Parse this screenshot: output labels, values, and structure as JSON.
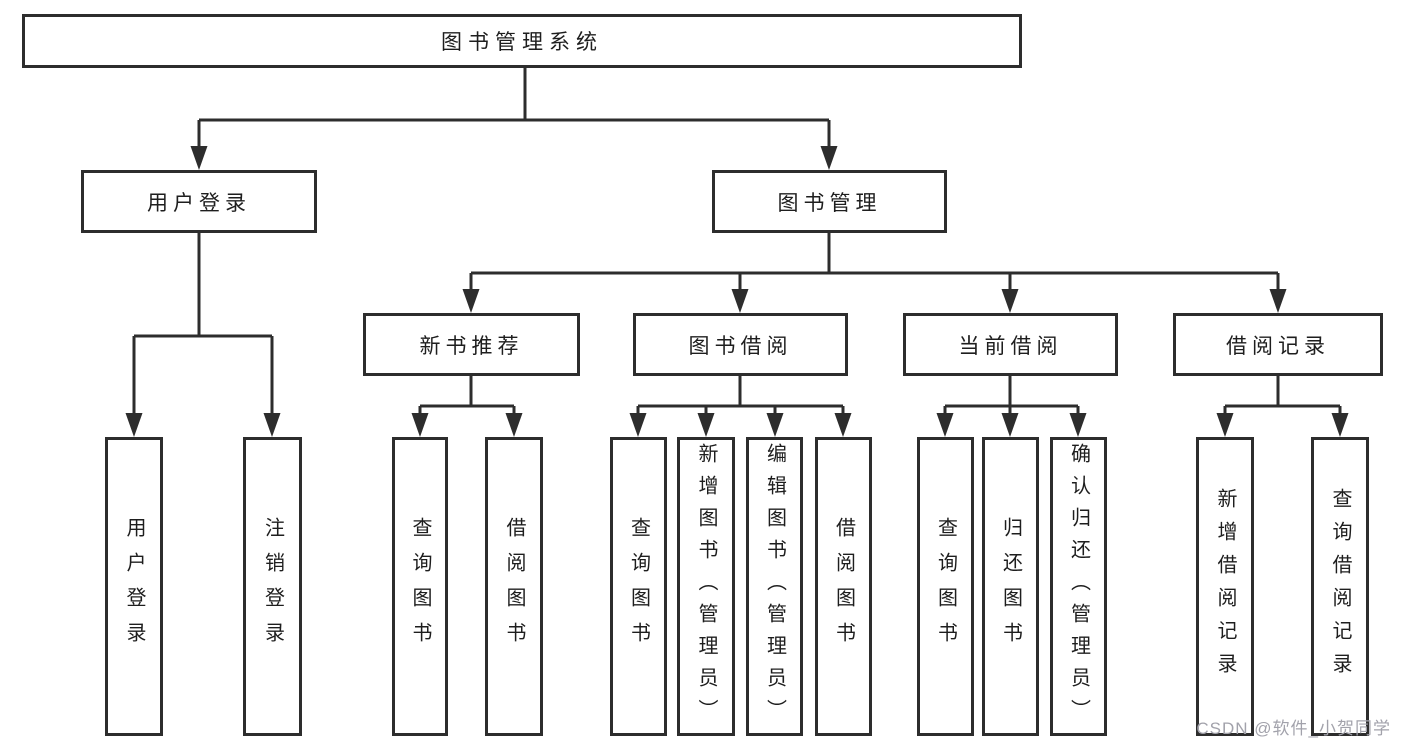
{
  "nodes": {
    "root": "图书管理系统",
    "user_login": "用户登录",
    "book_management": "图书管理",
    "new_book_recommend": "新书推荐",
    "book_borrowing": "图书借阅",
    "current_borrowing": "当前借阅",
    "borrowing_records": "借阅记录",
    "login": "用户登录",
    "logout": "注销登录",
    "nbr_query_books": "查询图书",
    "nbr_borrow_books": "借阅图书",
    "bb_query_books": "查询图书",
    "bb_add_books": "新增图书（管理员）",
    "bb_edit_books": "编辑图书（管理员）",
    "bb_borrow_books": "借阅图书",
    "cb_query_books": "查询图书",
    "cb_return_books": "归还图书",
    "cb_confirm_return": "确认归还（管理员）",
    "br_add_record": "新增借阅记录",
    "br_query_record": "查询借阅记录"
  },
  "hierarchy": {
    "图书管理系统": [
      "用户登录",
      "图书管理"
    ],
    "用户登录": [
      "用户登录",
      "注销登录"
    ],
    "图书管理": [
      "新书推荐",
      "图书借阅",
      "当前借阅",
      "借阅记录"
    ],
    "新书推荐": [
      "查询图书",
      "借阅图书"
    ],
    "图书借阅": [
      "查询图书",
      "新增图书（管理员）",
      "编辑图书（管理员）",
      "借阅图书"
    ],
    "当前借阅": [
      "查询图书",
      "归还图书",
      "确认归还（管理员）"
    ],
    "借阅记录": [
      "新增借阅记录",
      "查询借阅记录"
    ]
  },
  "watermark": "CSDN @软件_小贺同学",
  "colors": {
    "background": "#ffffff",
    "box_fill": "#ffffff",
    "box_border": "#2d2d2d",
    "line": "#2d2d2d",
    "text": "#1e1e1e",
    "watermark": "#a2a2ab"
  }
}
